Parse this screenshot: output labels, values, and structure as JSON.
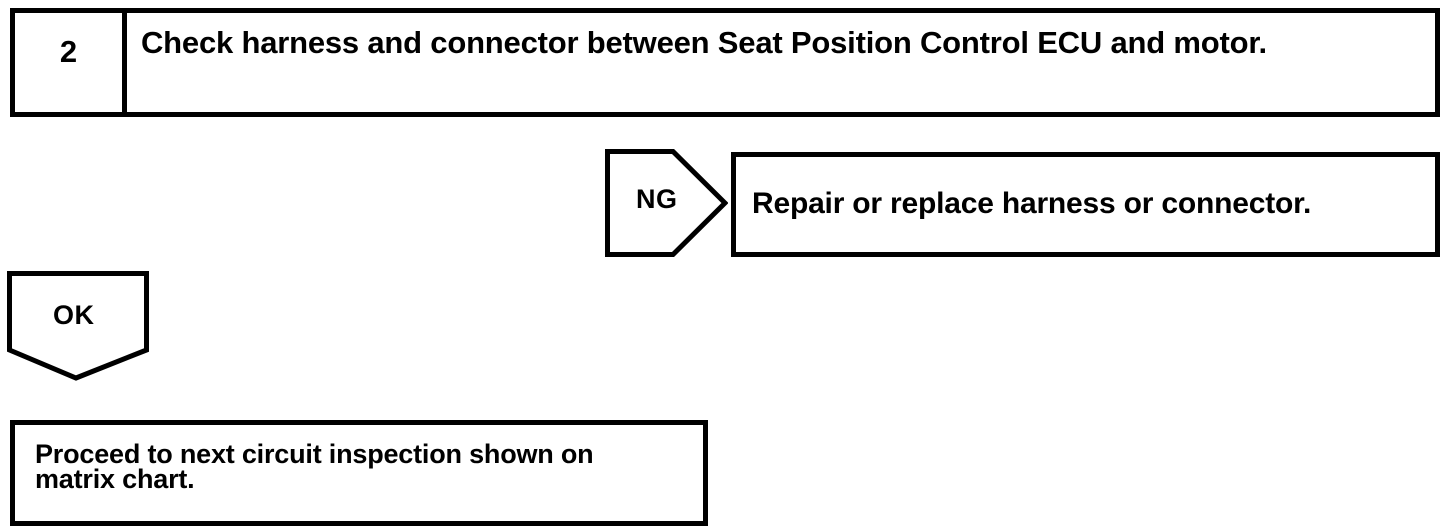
{
  "diagram": {
    "type": "troubleshooting-flowchart",
    "line_color": "#000000",
    "background_color": "#ffffff",
    "text_color": "#000000",
    "step": {
      "number": "2",
      "instruction": "Check harness and connector between Seat Position Control ECU and motor."
    },
    "branches": {
      "ng": {
        "label": "NG",
        "shape": "right-pointing-pentagon-tag",
        "result": "Repair or replace harness or connector."
      },
      "ok": {
        "label": "OK",
        "shape": "down-pointing-pentagon-tag",
        "result": "Proceed to next circuit inspection shown on\nmatrix chart."
      }
    }
  }
}
